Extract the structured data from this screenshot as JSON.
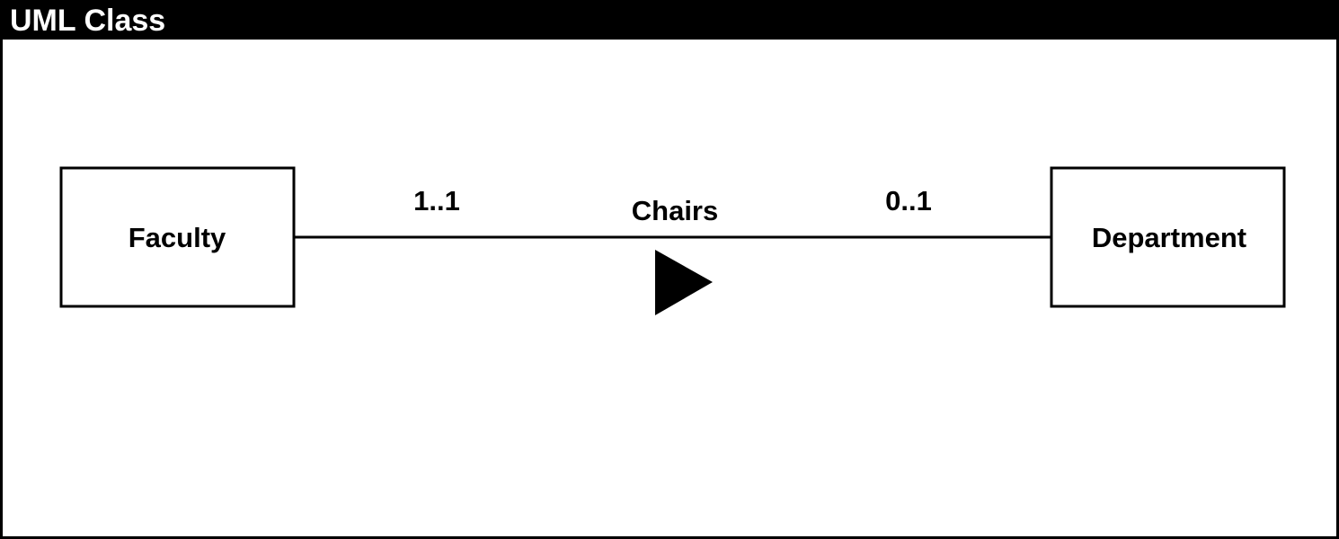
{
  "window": {
    "title": "UML Class"
  },
  "diagram": {
    "classes": [
      {
        "name": "Faculty"
      },
      {
        "name": "Department"
      }
    ],
    "association": {
      "name": "Chairs",
      "direction_icon": "triangle-right-icon",
      "source_multiplicity": "1..1",
      "target_multiplicity": "0..1"
    }
  },
  "colors": {
    "ink": "#000000",
    "background": "#ffffff"
  }
}
